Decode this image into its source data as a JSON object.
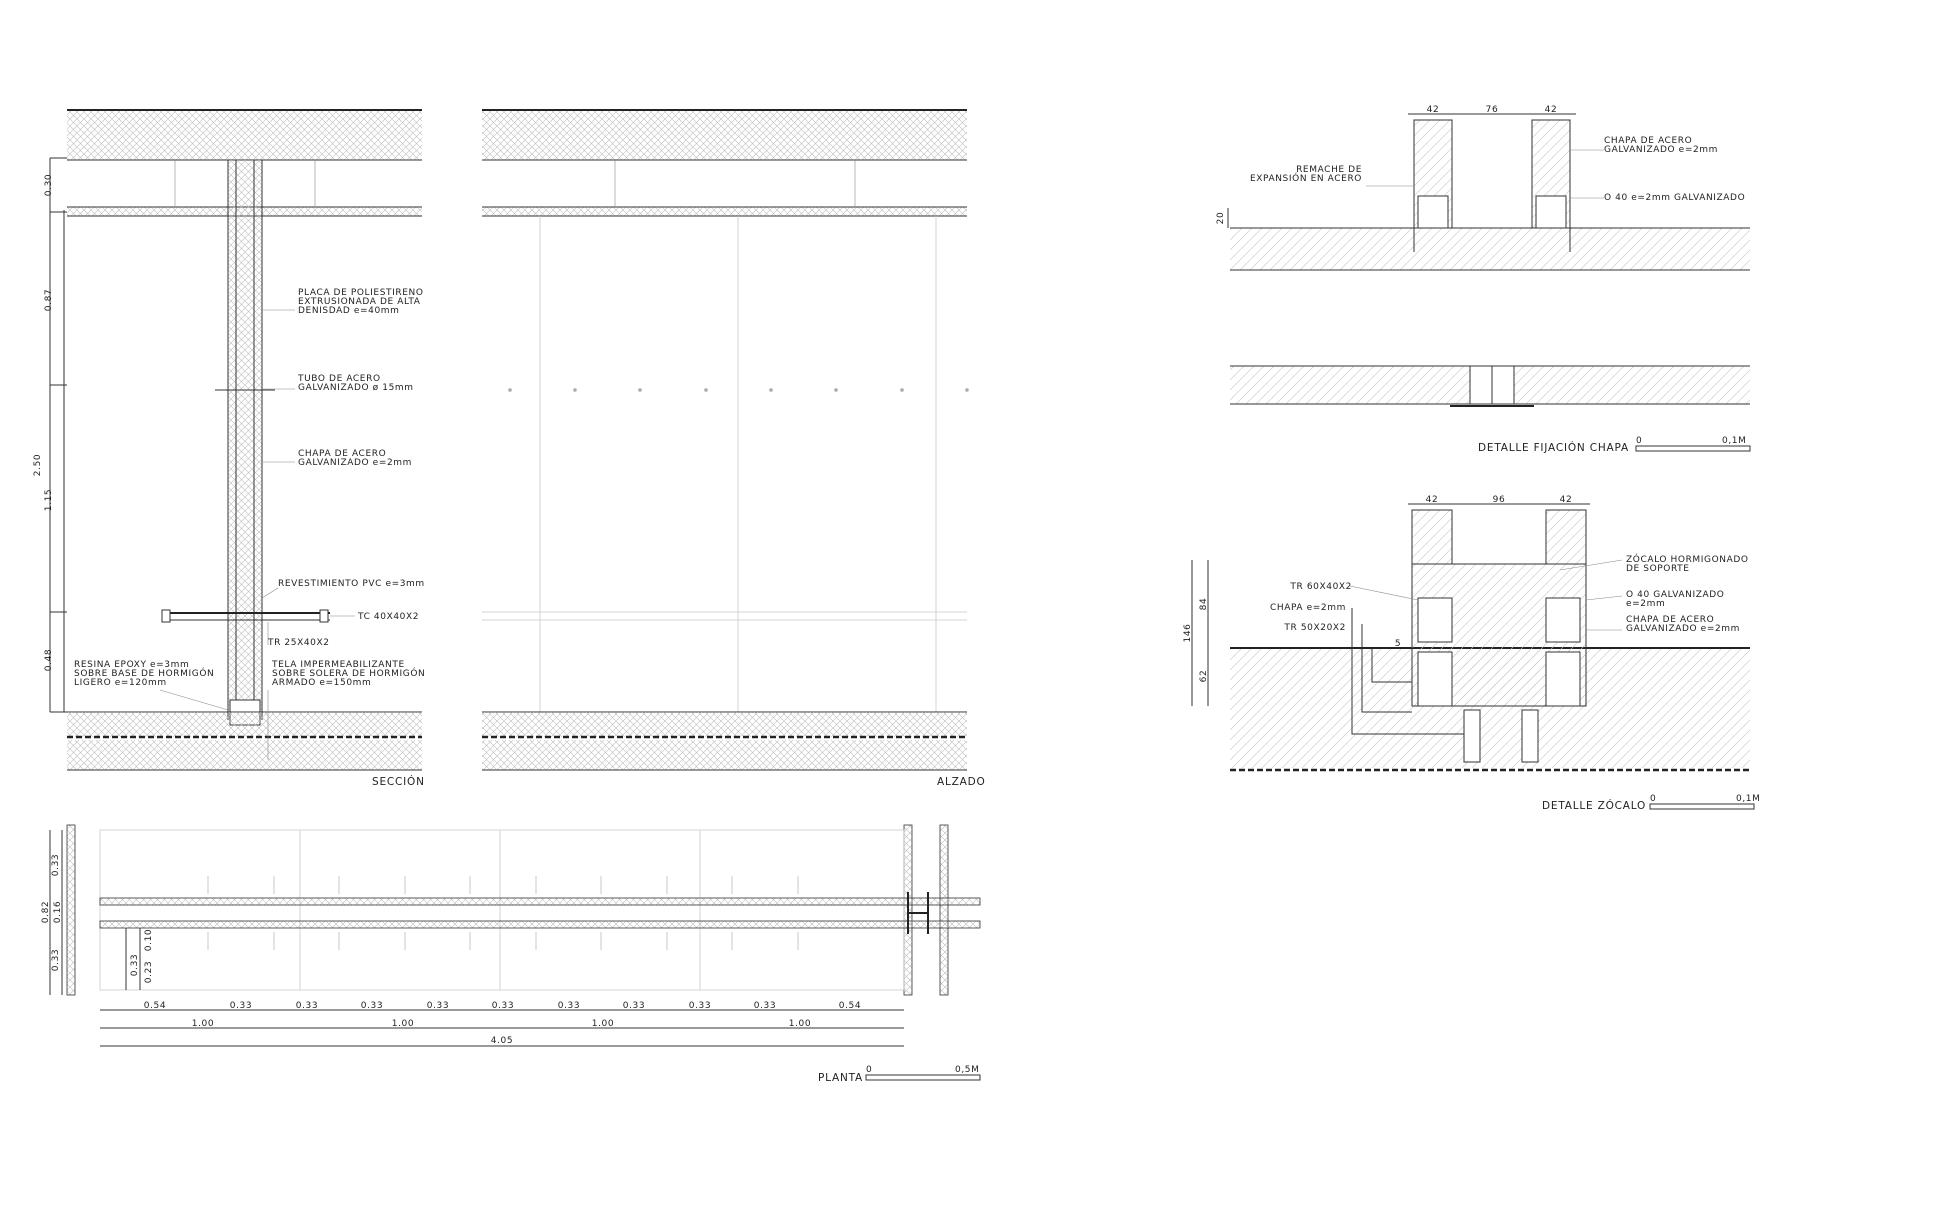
{
  "seccion": {
    "title": "SECCIÓN",
    "dims": [
      "0.30",
      "0.87",
      "2.50",
      "1.15",
      "0.48"
    ],
    "labels": {
      "placa_1": "PLACA DE POLIESTIRENO",
      "placa_2": "EXTRUSIONADA DE ALTA",
      "placa_3": "DENISDAD e=40mm",
      "tubo_1": "TUBO DE ACERO",
      "tubo_2": "GALVANIZADO ø 15mm",
      "chapa_1": "CHAPA DE ACERO",
      "chapa_2": "GALVANIZADO e=2mm",
      "revest": "REVESTIMIENTO PVC e=3mm",
      "tc": "TC 40X40X2",
      "tr": "TR 25X40X2",
      "resina_1": "RESINA EPOXY e=3mm",
      "resina_2": "SOBRE BASE DE HORMIGÓN",
      "resina_3": "LIGERO e=120mm",
      "tela_1": "TELA IMPERMEABILIZANTE",
      "tela_2": "SOBRE SOLERA DE HORMIGÓN",
      "tela_3": "ARMADO e=150mm"
    }
  },
  "alzado": {
    "title": "ALZADO"
  },
  "planta": {
    "title": "PLANTA",
    "scale_start": "0",
    "scale_end": "0,5M",
    "left_dims": [
      "0.33",
      "0.82",
      "0.16",
      "0.33"
    ],
    "inner_dims": [
      "0.33",
      "0.10",
      "0.23"
    ],
    "row1": [
      "0.54",
      "0.33",
      "0.33",
      "0.33",
      "0.33",
      "0.33",
      "0.33",
      "0.33",
      "0.33",
      "0.33",
      "0.54"
    ],
    "row2": [
      "1.00",
      "1.00",
      "1.00",
      "1.00"
    ],
    "total": "4.05"
  },
  "detalle_fijacion": {
    "title": "DETALLE FIJACIÓN CHAPA",
    "scale_start": "0",
    "scale_end": "0,1M",
    "dims": [
      "42",
      "76",
      "42"
    ],
    "side_dim": "20",
    "labels": {
      "chapa_1": "CHAPA DE ACERO",
      "chapa_2": "GALVANIZADO e=2mm",
      "remache_1": "REMACHE DE",
      "remache_2": "EXPANSIÓN EN ACERO",
      "o40": "O 40 e=2mm GALVANIZADO"
    }
  },
  "detalle_zocalo": {
    "title": "DETALLE ZÓCALO",
    "scale_start": "0",
    "scale_end": "0,1M",
    "dims": [
      "42",
      "96",
      "42"
    ],
    "side_dims": [
      "146",
      "84",
      "62"
    ],
    "small_dim": "5",
    "labels": {
      "zocalo_1": "ZÓCALO HORMIGONADO",
      "zocalo_2": "DE SOPORTE",
      "o40_1": "O 40 GALVANIZADO",
      "o40_2": "e=2mm",
      "chapa_1": "CHAPA DE ACERO",
      "chapa_2": "GALVANIZADO e=2mm",
      "tr60": "TR 60X40X2",
      "chapa": "CHAPA e=2mm",
      "tr50": "TR 50X20X2"
    }
  }
}
